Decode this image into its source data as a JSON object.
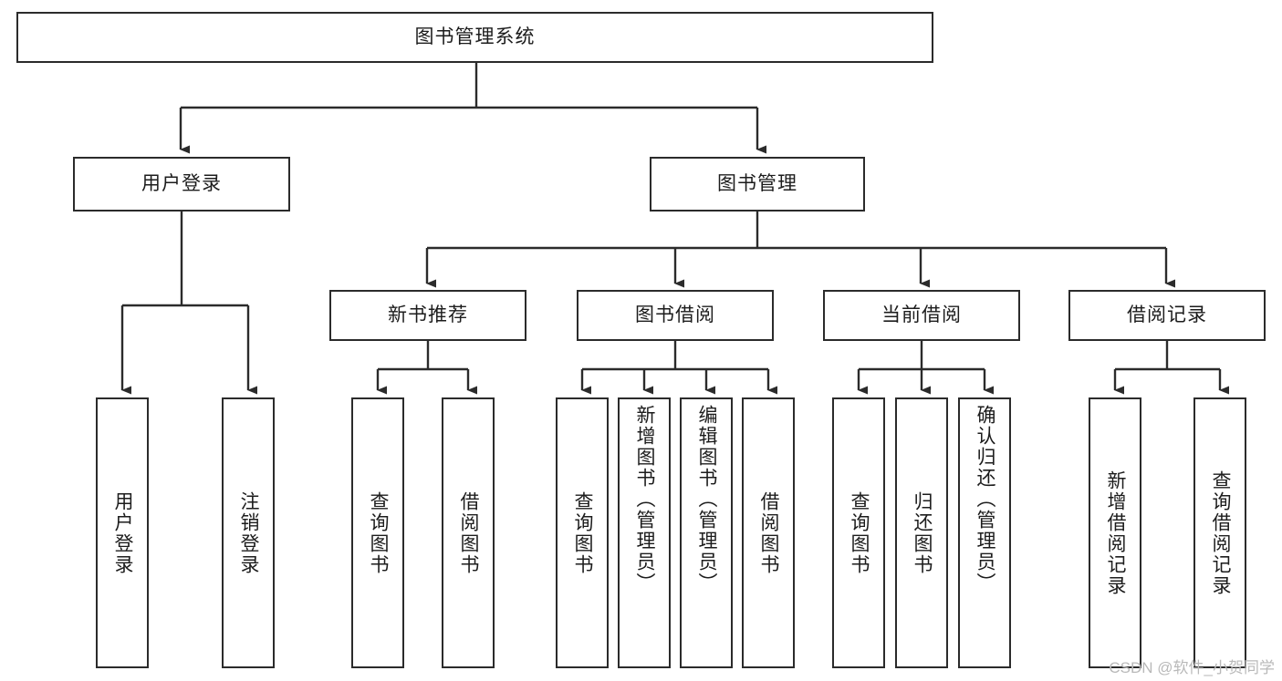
{
  "diagram": {
    "title": "图书管理系统",
    "type": "tree-hierarchy",
    "root": {
      "id": "root",
      "label": "图书管理系统"
    },
    "level1": [
      {
        "id": "user-login",
        "label": "用户登录"
      },
      {
        "id": "book-manage",
        "label": "图书管理"
      }
    ],
    "level2": [
      {
        "id": "new-book-rec",
        "label": "新书推荐",
        "parent": "book-manage"
      },
      {
        "id": "book-borrow",
        "label": "图书借阅",
        "parent": "book-manage"
      },
      {
        "id": "current-borrow",
        "label": "当前借阅",
        "parent": "book-manage"
      },
      {
        "id": "borrow-record",
        "label": "借阅记录",
        "parent": "book-manage"
      }
    ],
    "leaves": [
      {
        "id": "leaf-user-login",
        "label": "用户登录",
        "parent": "user-login"
      },
      {
        "id": "leaf-logout",
        "label": "注销登录",
        "parent": "user-login"
      },
      {
        "id": "leaf-query-book-1",
        "label": "查询图书",
        "parent": "new-book-rec"
      },
      {
        "id": "leaf-borrow-book-1",
        "label": "借阅图书",
        "parent": "new-book-rec"
      },
      {
        "id": "leaf-query-book-2",
        "label": "查询图书",
        "parent": "book-borrow"
      },
      {
        "id": "leaf-add-book",
        "label": "新增图书（管理员）",
        "parent": "book-borrow"
      },
      {
        "id": "leaf-edit-book",
        "label": "编辑图书（管理员）",
        "parent": "book-borrow"
      },
      {
        "id": "leaf-borrow-book-2",
        "label": "借阅图书",
        "parent": "book-borrow"
      },
      {
        "id": "leaf-query-book-3",
        "label": "查询图书",
        "parent": "current-borrow"
      },
      {
        "id": "leaf-return-book",
        "label": "归还图书",
        "parent": "current-borrow"
      },
      {
        "id": "leaf-confirm-return",
        "label": "确认归还（管理员）",
        "parent": "current-borrow"
      },
      {
        "id": "leaf-add-record",
        "label": "新增借阅记录",
        "parent": "borrow-record"
      },
      {
        "id": "leaf-query-record",
        "label": "查询借阅记录",
        "parent": "borrow-record"
      }
    ],
    "colors": {
      "stroke": "#2b2b2b",
      "background": "#ffffff",
      "text": "#1c1c1c",
      "watermark": "#b9b9b9"
    }
  },
  "watermark": {
    "text": "CSDN @软件_小贺同学"
  }
}
